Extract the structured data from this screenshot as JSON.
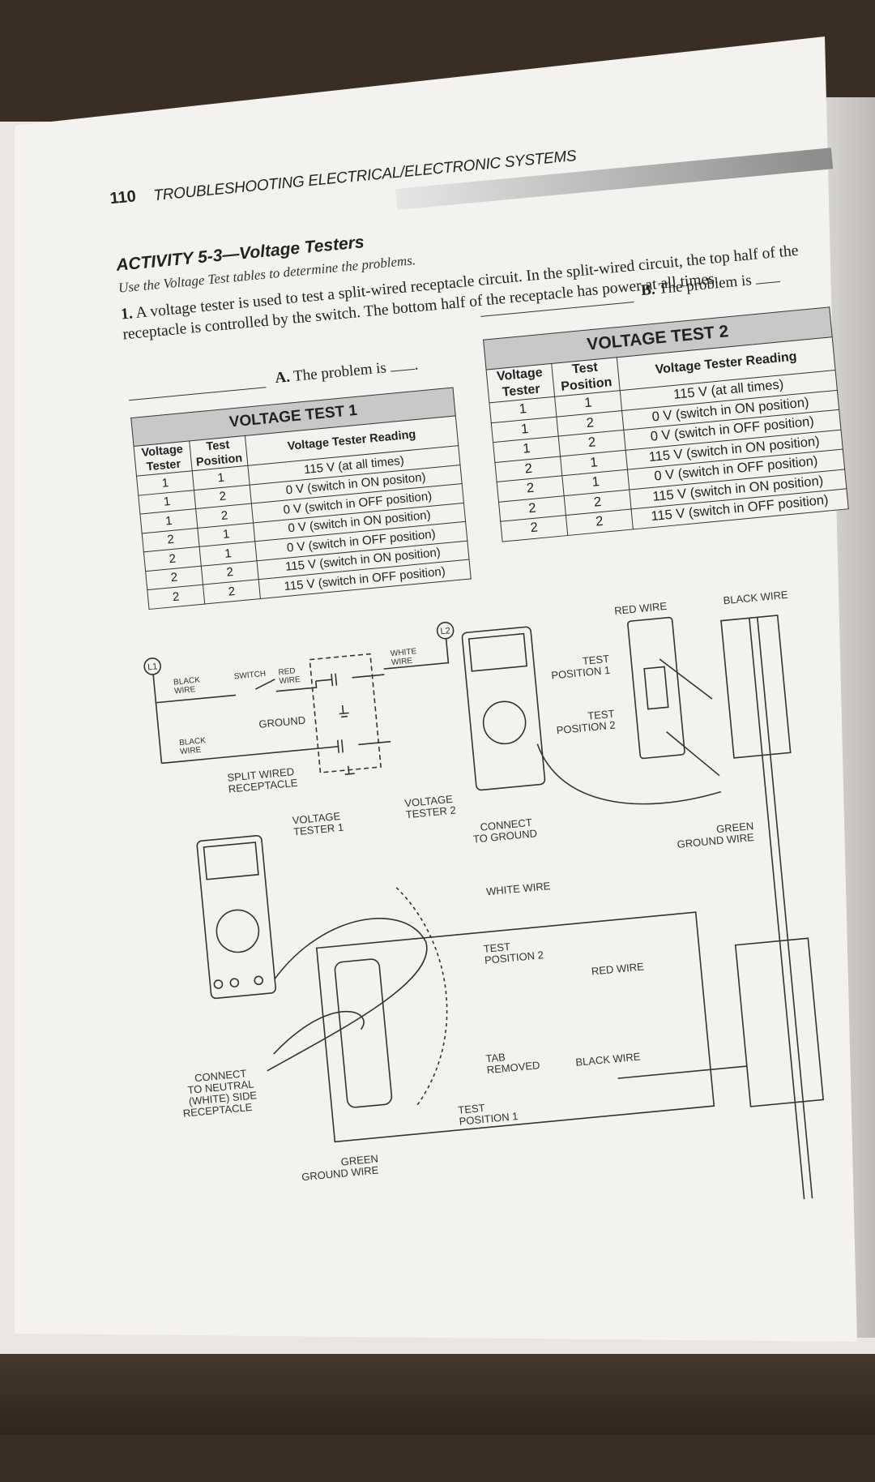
{
  "header": {
    "page_number": "110",
    "title": "TROUBLESHOOTING ELECTRICAL/ELECTRONIC SYSTEMS"
  },
  "activity": {
    "title": "ACTIVITY 5-3—Voltage Testers",
    "instructions": "Use the Voltage Test tables to determine the problems.",
    "question_number": "1.",
    "question_text": "A voltage tester is used to test a split-wired receptacle circuit. In the split-wired circuit, the top half of the receptacle is controlled by the switch. The bottom half of the receptacle has power at all times.",
    "answer_a_letter": "A.",
    "answer_a_text": "The problem is",
    "answer_b_letter": "B.",
    "answer_b_text": "The problem is"
  },
  "voltage_test_1": {
    "caption": "VOLTAGE TEST 1",
    "headers": [
      "Voltage Tester",
      "Test Position",
      "Voltage Tester Reading"
    ],
    "rows": [
      [
        "1",
        "1",
        "115 V (at all times)"
      ],
      [
        "1",
        "2",
        "0 V (switch in ON positon)"
      ],
      [
        "1",
        "2",
        "0 V (switch in OFF position)"
      ],
      [
        "2",
        "1",
        "0 V (switch in ON position)"
      ],
      [
        "2",
        "1",
        "0 V (switch in OFF position)"
      ],
      [
        "2",
        "2",
        "115 V (switch in ON position)"
      ],
      [
        "2",
        "2",
        "115 V (switch in OFF position)"
      ]
    ]
  },
  "voltage_test_2": {
    "caption": "VOLTAGE TEST 2",
    "headers": [
      "Voltage Tester",
      "Test Position",
      "Voltage Tester Reading"
    ],
    "rows": [
      [
        "1",
        "1",
        "115 V (at all times)"
      ],
      [
        "1",
        "2",
        "0 V (switch in ON position)"
      ],
      [
        "1",
        "2",
        "0 V (switch in OFF position)"
      ],
      [
        "2",
        "1",
        "115 V (switch in ON position)"
      ],
      [
        "2",
        "1",
        "0 V (switch in OFF position)"
      ],
      [
        "2",
        "2",
        "115 V (switch in ON position)"
      ],
      [
        "2",
        "2",
        "115 V (switch in OFF position)"
      ]
    ]
  },
  "schematic": {
    "l1": "L1",
    "l2": "L2",
    "black_wire_top": [
      "BLACK",
      "WIRE"
    ],
    "switch": "SWITCH",
    "red_wire": [
      "RED",
      "WIRE"
    ],
    "white_wire": [
      "WHITE",
      "WIRE"
    ],
    "black_wire_bottom": [
      "BLACK",
      "WIRE"
    ],
    "ground": "GROUND",
    "split_wired_receptacle": [
      "SPLIT WIRED",
      "RECEPTACLE"
    ]
  },
  "pictorial": {
    "voltage_tester_1": [
      "VOLTAGE",
      "TESTER 1"
    ],
    "voltage_tester_2": [
      "VOLTAGE",
      "TESTER 2"
    ],
    "connect_to_ground": [
      "CONNECT",
      "TO GROUND"
    ],
    "red_wire_top": "RED WIRE",
    "black_wire_top": "BLACK WIRE",
    "test_position_1_switch": [
      "TEST",
      "POSITION 1"
    ],
    "test_position_2_switch": [
      "TEST",
      "POSITION 2"
    ],
    "green_ground_wire_right": [
      "GREEN",
      "GROUND WIRE"
    ],
    "white_wire": "WHITE WIRE",
    "test_position_2_recept": [
      "TEST",
      "POSITION 2"
    ],
    "red_wire_mid": "RED WIRE",
    "connect_to_neutral": [
      "CONNECT",
      "TO NEUTRAL",
      "(WHITE) SIDE",
      "OF RECEPTACLE"
    ],
    "tab_removed": [
      "TAB",
      "REMOVED"
    ],
    "black_wire_mid": "BLACK WIRE",
    "test_position_1_recept": [
      "TEST",
      "POSITION 1"
    ],
    "green_ground_wire_bottom": [
      "GREEN",
      "GROUND WIRE"
    ]
  }
}
